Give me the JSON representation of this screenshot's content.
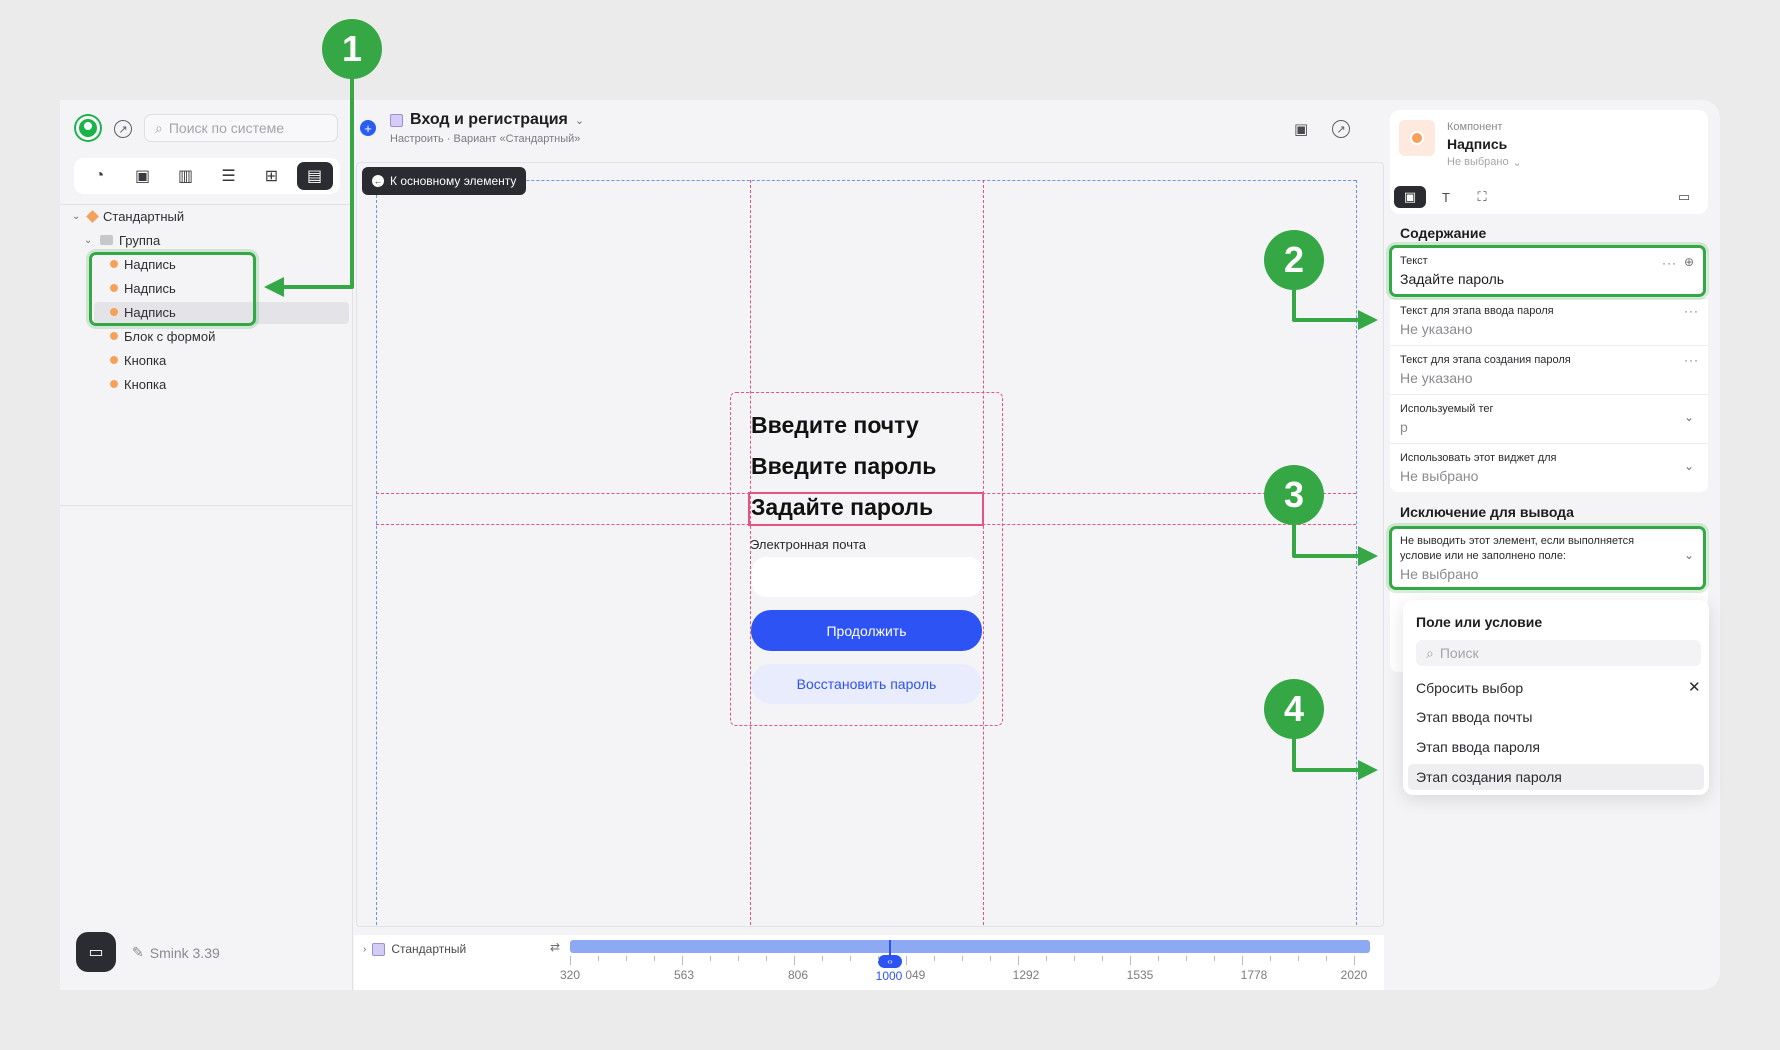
{
  "sidebar": {
    "search_placeholder": "Поиск по системе",
    "tree": [
      {
        "label": "Стандартный",
        "kind": "root"
      },
      {
        "label": "Группа",
        "kind": "group"
      },
      {
        "label": "Надпись",
        "kind": "item"
      },
      {
        "label": "Надпись",
        "kind": "item"
      },
      {
        "label": "Надпись",
        "kind": "item",
        "selected": true
      },
      {
        "label": "Блок с формой",
        "kind": "item"
      },
      {
        "label": "Кнопка",
        "kind": "item"
      },
      {
        "label": "Кнопка",
        "kind": "item"
      }
    ],
    "version": "Smink 3.39"
  },
  "header": {
    "title": "Вход и регистрация",
    "subtitle": "Настроить · Вариант «Стандартный»"
  },
  "canvas": {
    "back_label": "К основному элементу",
    "headings": [
      "Введите почту",
      "Введите пароль",
      "Задайте пароль"
    ],
    "email_label": "Электронная почта",
    "continue_label": "Продолжить",
    "restore_label": "Восстановить пароль"
  },
  "breakpoints": {
    "label": "Стандартный",
    "ticks": [
      "320",
      "563",
      "806",
      "1049",
      "1292",
      "1535",
      "1778",
      "2020"
    ],
    "current": "1000"
  },
  "component": {
    "kind": "Компонент",
    "name": "Надпись",
    "state": "Не выбрано"
  },
  "content": {
    "section_title": "Содержание",
    "props": [
      {
        "label": "Текст",
        "value": "Задайте пароль"
      },
      {
        "label": "Текст для этапа ввода пароля",
        "value": "Не указано"
      },
      {
        "label": "Текст для этапа создания пароля",
        "value": "Не указано"
      },
      {
        "label": "Используемый тег",
        "value": "p"
      },
      {
        "label": "Использовать этот виджет для",
        "value": "Не выбрано"
      }
    ]
  },
  "exclusion": {
    "section_title": "Исключение для вывода",
    "label": "Не выводить этот элемент, если выполняется условие или не заполнено поле:",
    "value": "Не выбрано"
  },
  "dropdown": {
    "title": "Поле или условие",
    "search_placeholder": "Поиск",
    "items": [
      "Сбросить выбор",
      "Этап ввода почты",
      "Этап ввода пароля",
      "Этап создания пароля"
    ]
  },
  "annotations": [
    "1",
    "2",
    "3",
    "4"
  ],
  "colors": {
    "accent": "#2d53f5",
    "annotation": "#35a845",
    "guide_red": "#e8527e",
    "guide_blue": "#6f8ef4"
  }
}
